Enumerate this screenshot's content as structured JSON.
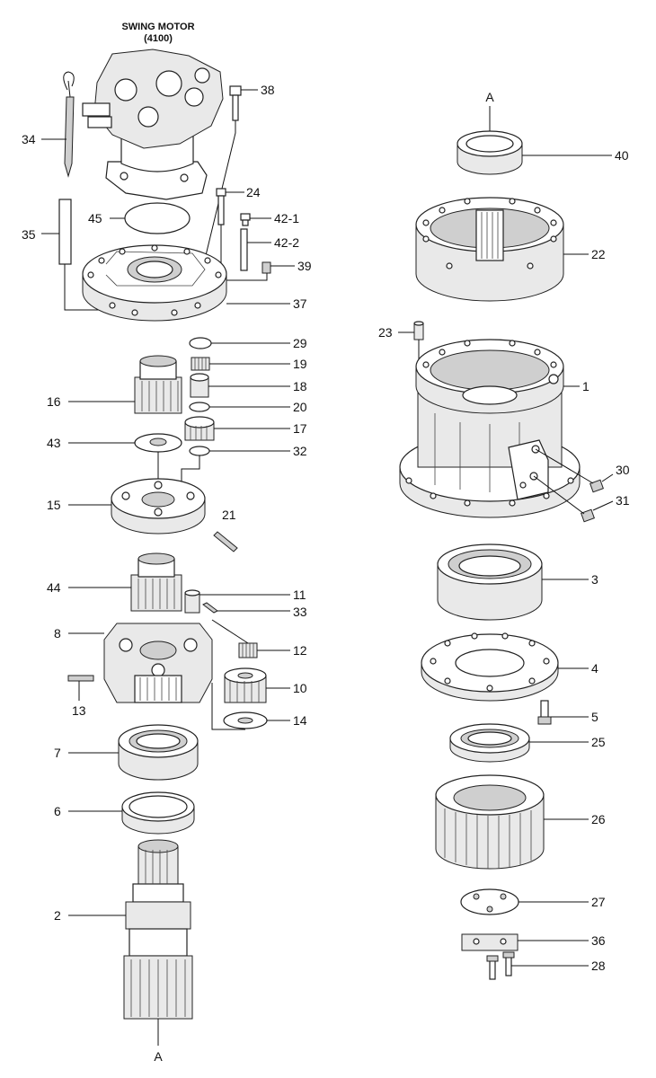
{
  "title": {
    "line1": "SWING MOTOR",
    "line2": "(4100)"
  },
  "labels": {
    "p1": "1",
    "p2": "2",
    "p3": "3",
    "p4": "4",
    "p5": "5",
    "p6": "6",
    "p7": "7",
    "p8": "8",
    "p10": "10",
    "p11": "11",
    "p12": "12",
    "p13": "13",
    "p14": "14",
    "p15": "15",
    "p16": "16",
    "p17": "17",
    "p18": "18",
    "p19": "19",
    "p20": "20",
    "p21": "21",
    "p22": "22",
    "p23": "23",
    "p24": "24",
    "p25": "25",
    "p26": "26",
    "p27": "27",
    "p28": "28",
    "p29": "29",
    "p30": "30",
    "p31": "31",
    "p32": "32",
    "p33": "33",
    "p34": "34",
    "p35": "35",
    "p36": "36",
    "p37": "37",
    "p38": "38",
    "p39": "39",
    "p40": "40",
    "p42_1": "42-1",
    "p42_2": "42-2",
    "p43": "43",
    "p44": "44",
    "p45": "45",
    "refTop": "A",
    "refBottom": "A"
  }
}
